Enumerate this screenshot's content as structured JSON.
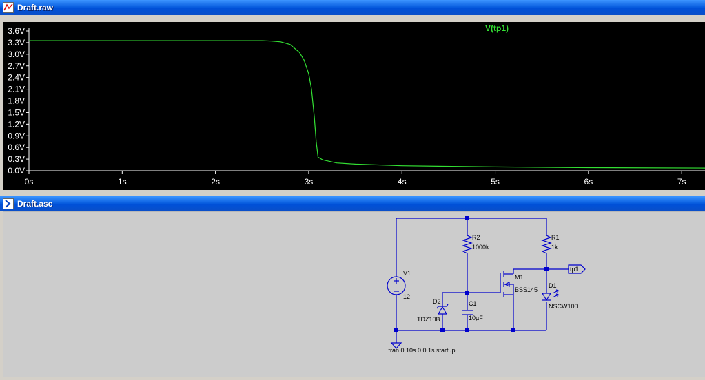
{
  "plot_window": {
    "title": "Draft.raw"
  },
  "schematic_window": {
    "title": "Draft.asc"
  },
  "chart_data": {
    "type": "line",
    "title": "",
    "xlabel": "",
    "ylabel": "",
    "xlim": [
      0,
      7.25
    ],
    "ylim": [
      0,
      3.6
    ],
    "x_ticks": [
      "0s",
      "1s",
      "2s",
      "3s",
      "4s",
      "5s",
      "6s",
      "7s"
    ],
    "y_ticks": [
      "0.0V",
      "0.3V",
      "0.6V",
      "0.9V",
      "1.2V",
      "1.5V",
      "1.8V",
      "2.1V",
      "2.4V",
      "2.7V",
      "3.0V",
      "3.3V",
      "3.6V"
    ],
    "grid": false,
    "legend": "top-center",
    "series": [
      {
        "name": "V(tp1)",
        "color": "#33e033",
        "x": [
          0,
          2.5,
          2.6,
          2.7,
          2.8,
          2.9,
          2.95,
          3.0,
          3.03,
          3.06,
          3.08,
          3.1,
          3.15,
          3.3,
          3.5,
          4.0,
          5.0,
          6.0,
          7.25
        ],
        "y": [
          3.35,
          3.35,
          3.34,
          3.32,
          3.25,
          3.05,
          2.85,
          2.5,
          2.1,
          1.4,
          0.75,
          0.35,
          0.28,
          0.2,
          0.17,
          0.13,
          0.1,
          0.08,
          0.07
        ]
      }
    ]
  },
  "schematic": {
    "components": {
      "v1": {
        "ref": "V1",
        "value": "12"
      },
      "r2": {
        "ref": "R2",
        "value": "1000k"
      },
      "r1": {
        "ref": "R1",
        "value": "1k"
      },
      "m1": {
        "ref": "M1",
        "value": "BSS145"
      },
      "c1": {
        "ref": "C1",
        "value": "10µF"
      },
      "d1": {
        "ref": "D1",
        "value": "NSCW100"
      },
      "d2": {
        "ref": "D2",
        "value": "TDZ10B"
      }
    },
    "net_label": "tp1",
    "directive": ".tran 0 10s 0 0.1s startup",
    "wire_color": "#0000cc"
  }
}
